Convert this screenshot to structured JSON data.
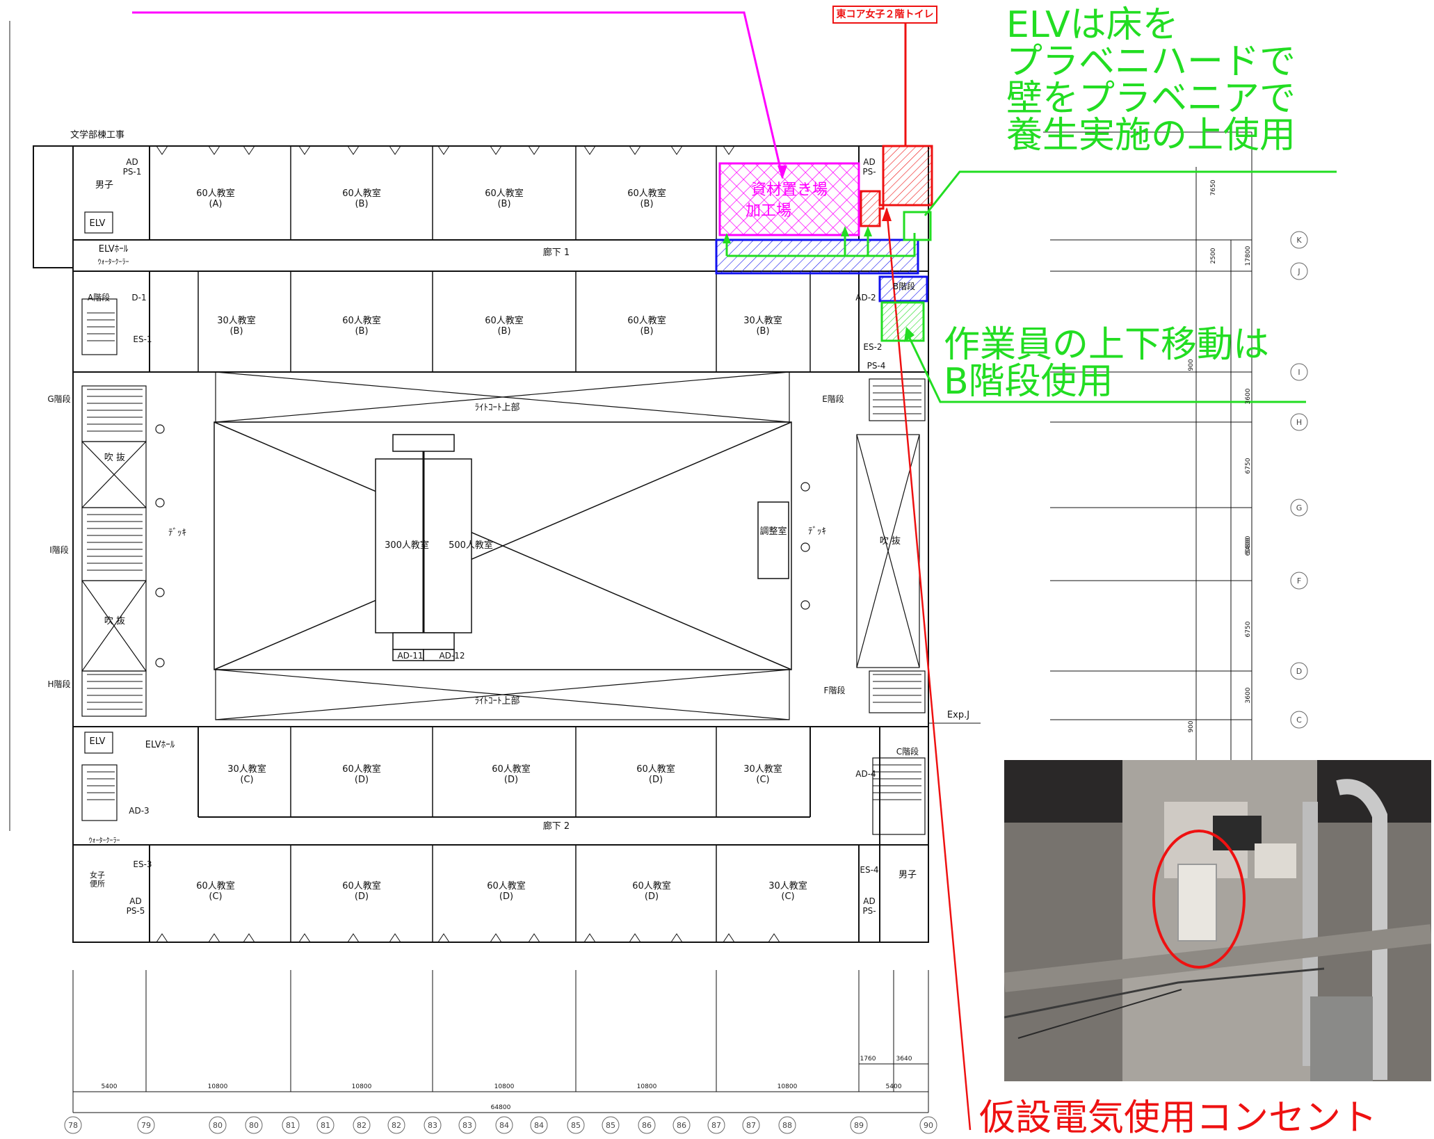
{
  "callouts": {
    "toilet_label": "東コア女子２階トイレ",
    "elv_note": [
      "ELVは床を",
      "プラベニハードで",
      "壁をプラベニアで",
      "養生実施の上使用"
    ],
    "stair_note": [
      "作業員の上下移動は",
      "B階段使用"
    ],
    "outlet_note": "仮設電気使用コンセント",
    "storage_area": [
      "資材置き場",
      "加工場"
    ]
  },
  "rooms": {
    "north_row1": [
      "60人教室\n(A)",
      "60人教室\n(B)",
      "60人教室\n(B)",
      "60人教室\n(B)"
    ],
    "north_row2": [
      "30人教室\n(B)",
      "60人教室\n(B)",
      "60人教室\n(B)",
      "60人教室\n(B)",
      "30人教室\n(B)"
    ],
    "south_row1": [
      "30人教室\n(C)",
      "60人教室\n(D)",
      "60人教室\n(D)",
      "60人教室\n(D)",
      "30人教室\n(C)"
    ],
    "south_row2": [
      "60人教室\n(C)",
      "60人教室\n(D)",
      "60人教室\n(D)",
      "60人教室\n(D)",
      "30人教室\n(C)"
    ],
    "corridor1": "廊下 1",
    "corridor2": "廊下 2",
    "light_court_top": "ﾗｲﾄｺｰﾄ上部",
    "light_court_bottom": "ﾗｲﾄｺｰﾄ上部",
    "hall300": "300人教室",
    "hall500": "500人教室",
    "deck_left": "ﾃﾞｯｷ",
    "deck_right": "ﾃﾞｯｷ",
    "control_room": "調整室",
    "void": "吹 抜",
    "project": "文学部棟工事",
    "elv": "ELV",
    "elv_hall": "ELVﾎｰﾙ",
    "water_cooler": "ｳｫｰﾀｰｸｰﾗｰ",
    "male": "男子",
    "female": "女子\n便所",
    "exp_j": "Exp.J"
  },
  "stair_labels": [
    "A階段",
    "B階段",
    "C階段",
    "E階段",
    "F階段",
    "G階段",
    "H階段",
    "I階段"
  ],
  "shaft_labels": [
    "AD\nPS-1",
    "D-1",
    "ES-1",
    "AD\nPS-",
    "AD-2",
    "ES-2",
    "PS-4",
    "AD-11",
    "AD-12",
    "AD-3",
    "ES-3",
    "AD\nPS-5",
    "AD-4",
    "ES-4",
    "AD\nPS-"
  ],
  "dims": {
    "bottom": [
      "5400",
      "10800",
      "10800",
      "10800",
      "10800",
      "10800",
      "5400"
    ],
    "bottom_right": [
      "1760",
      "3640"
    ],
    "total": "64800",
    "right": [
      "7650",
      "2500",
      "17800",
      "3600",
      "6750",
      "5400",
      "60800",
      "6750",
      "3600",
      "900",
      "900"
    ]
  },
  "grid_x": [
    "78",
    "79",
    "80",
    "80",
    "81",
    "81",
    "82",
    "82",
    "83",
    "83",
    "84",
    "84",
    "85",
    "85",
    "86",
    "86",
    "87",
    "87",
    "88",
    "89",
    "90"
  ],
  "grid_y": [
    "K",
    "J",
    "I",
    "H",
    "G",
    "F",
    "D",
    "C"
  ],
  "colors": {
    "magenta": "#ff00ff",
    "green": "#22dd22",
    "red": "#ee1111",
    "blue": "#1111ee"
  }
}
